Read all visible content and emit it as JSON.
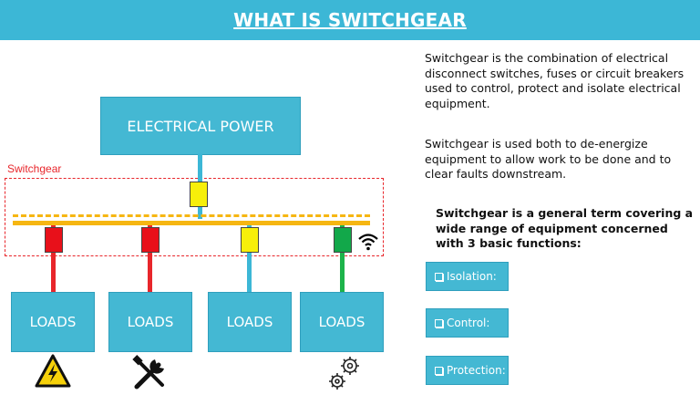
{
  "header": {
    "title": "WHAT IS SWITCHGEAR"
  },
  "diagram": {
    "power_label": "ELECTRICAL POWER",
    "switchgear_label": "Switchgear",
    "loads": [
      {
        "label": "LOADS",
        "line_color": "#e8262b",
        "breaker_color": "#e8101a",
        "icon": "high-voltage-warning-icon"
      },
      {
        "label": "LOADS",
        "line_color": "#e8262b",
        "breaker_color": "#e8101a",
        "icon": "tools-icon"
      },
      {
        "label": "LOADS",
        "line_color": "#3cb7d6",
        "breaker_color": "#f7ef0a",
        "icon": ""
      },
      {
        "label": "LOADS",
        "line_color": "#1db34a",
        "breaker_color": "#12a84a",
        "icon": "gears-icon"
      }
    ],
    "main_breaker_color": "#f7ef0a",
    "wireless_icon": "wifi-icon"
  },
  "text": {
    "desc1": "Switchgear is the combination of electrical disconnect switches, fuses or circuit breakers used to control, protect and isolate electrical equipment.",
    "desc2": "Switchgear is used both to de-energize equipment to allow work to be done and to clear faults downstream.",
    "general": "Switchgear is a general term covering a wide range of equipment concerned with 3 basic functions:"
  },
  "functions": [
    {
      "label": "Isolation:"
    },
    {
      "label": "Control:"
    },
    {
      "label": "Protection:"
    }
  ],
  "colors": {
    "accent": "#3cb7d6",
    "bus": "#f6b612",
    "switchgear_outline": "#e8262b"
  }
}
